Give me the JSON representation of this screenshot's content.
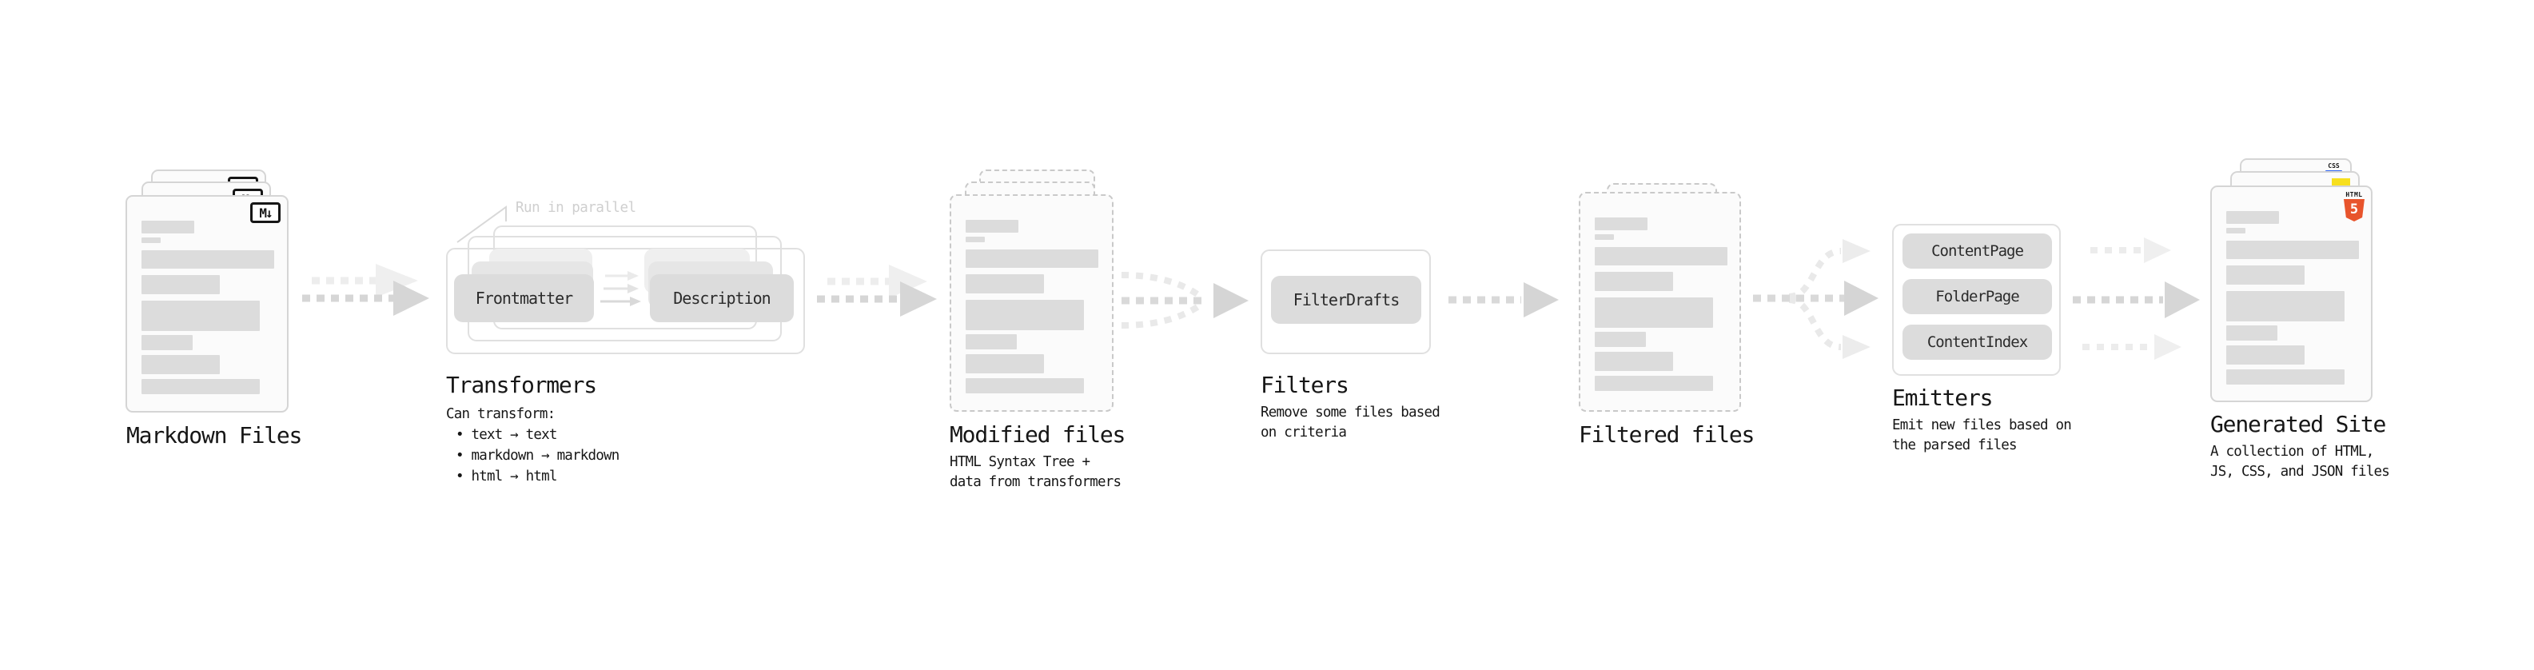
{
  "markdown": {
    "label": "Markdown Files",
    "badge": "M↓"
  },
  "transformers": {
    "label": "Transformers",
    "note": "Run in parallel",
    "nodes": [
      "Frontmatter",
      "Description"
    ],
    "desc": "Can transform:",
    "bullets": [
      "• text → text",
      "• markdown → markdown",
      "• html → html"
    ]
  },
  "modified": {
    "label": "Modified files",
    "desc_lines": [
      "HTML Syntax Tree +",
      "data from transformers"
    ]
  },
  "filters": {
    "label": "Filters",
    "nodes": [
      "FilterDrafts"
    ],
    "desc_lines": [
      "Remove some files based",
      "on criteria"
    ]
  },
  "filtered": {
    "label": "Filtered files"
  },
  "emitters": {
    "label": "Emitters",
    "nodes": [
      "ContentPage",
      "FolderPage",
      "ContentIndex"
    ],
    "desc_lines": [
      "Emit new files based on",
      "the parsed files"
    ]
  },
  "generated": {
    "label": "Generated Site",
    "desc_lines": [
      "A collection of HTML,",
      "JS, CSS, and JSON files"
    ],
    "badges": {
      "css": "CSS",
      "html": "HTML",
      "html5_digit": "5"
    }
  },
  "colors": {
    "html5_orange": "#e8542c",
    "js_yellow": "#f7df1e",
    "css_blue": "#2d63f1"
  }
}
